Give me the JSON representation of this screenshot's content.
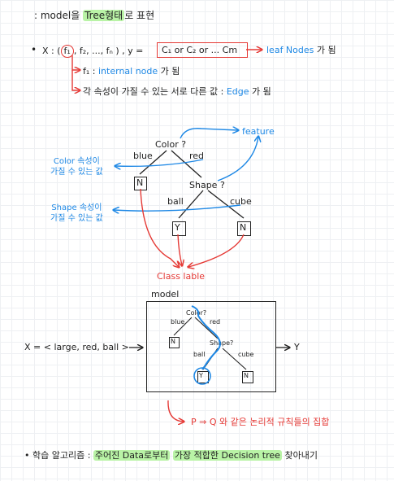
{
  "colors": {
    "blue": "#1e88e5",
    "red": "#e53935",
    "highlight": "#b9f3a6",
    "ink": "#222222"
  },
  "header": {
    "prefix": ": model을",
    "highlight": "Tree형태",
    "suffix": "로 표현"
  },
  "def": {
    "x_part": "X : (",
    "f1": "f₁",
    "rest": ", f₂, ..., fₙ ) ,  y =",
    "y_box": "C₁ or C₂ or ... Cm",
    "leaf": "leaf Nodes",
    "leaf_suffix": "가 됨",
    "internal_prefix": "f₁ :",
    "internal": "internal node",
    "internal_suffix": "가 됨",
    "values_text": "각 속성이 가질 수 있는 서로 다른 값 :",
    "edge": "Edge",
    "edge_suffix": "가 됨"
  },
  "tree": {
    "root": "Color ?",
    "blue": "blue",
    "red": "red",
    "left_leaf": "N",
    "shape": "Shape ?",
    "ball": "ball",
    "cube": "cube",
    "y_leaf": "Y",
    "n_leaf": "N"
  },
  "notes": {
    "feature": "feature",
    "color_values": "Color 속성이\n가질 수 있는 값",
    "shape_values": "Shape 속성이\n가질 수 있는 값",
    "class_label": "Class lable"
  },
  "model": {
    "title": "model",
    "input": "X = < large, red, ball >",
    "output": "Y",
    "root": "Color?",
    "blue": "blue",
    "red": "red",
    "left_leaf": "N",
    "shape": "Shape?",
    "ball": "ball",
    "cube": "cube",
    "y_leaf": "Y",
    "n_leaf": "N"
  },
  "rule_note": "P ⇒ Q 와 같은 논리적 규칙들의 집합",
  "footer": {
    "prefix": "• 학습 알고리즘 :",
    "part1": "주어진 Data로부터",
    "part2": "가장 적합한 Decision tree",
    "suffix": "찾아내기"
  }
}
